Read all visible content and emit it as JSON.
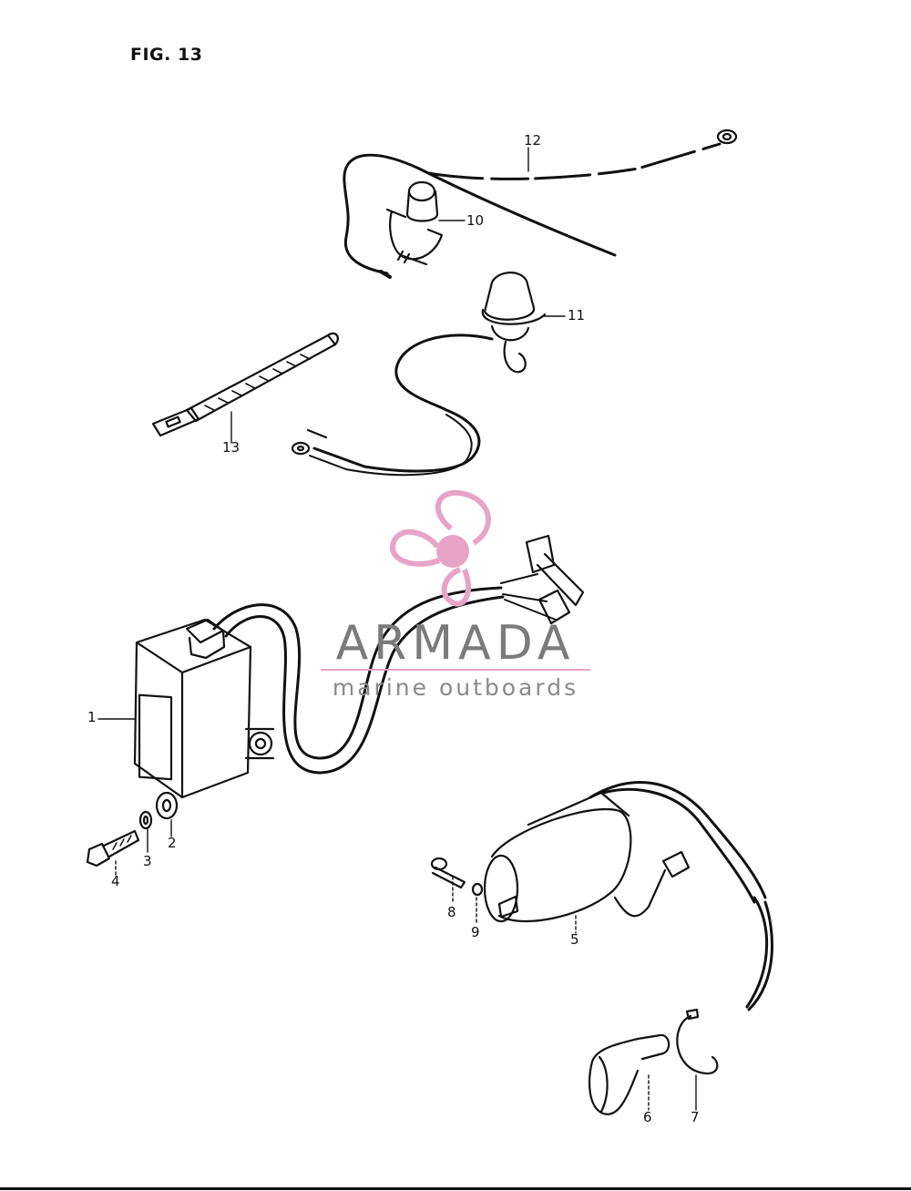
{
  "figure": {
    "title": "FIG. 13"
  },
  "parts": [
    {
      "number": "1",
      "component": "ignition-unit-cdi"
    },
    {
      "number": "2",
      "component": "washer"
    },
    {
      "number": "3",
      "component": "lock-washer"
    },
    {
      "number": "4",
      "component": "bolt"
    },
    {
      "number": "5",
      "component": "ignition-coil"
    },
    {
      "number": "6",
      "component": "spark-plug-cap"
    },
    {
      "number": "7",
      "component": "wire-clip"
    },
    {
      "number": "8",
      "component": "screw"
    },
    {
      "number": "9",
      "component": "lock-washer"
    },
    {
      "number": "10",
      "component": "switch-with-clamp"
    },
    {
      "number": "11",
      "component": "stop-switch"
    },
    {
      "number": "12",
      "component": "lead-wire"
    },
    {
      "number": "13",
      "component": "cable-tie"
    }
  ],
  "watermark": {
    "brand": "ARMADA",
    "tagline": "marine outboards",
    "accent_color": "#e7a4c7",
    "text_color": "#7b7b7b"
  },
  "colors": {
    "line": "#111111",
    "background": "#ffffff"
  }
}
